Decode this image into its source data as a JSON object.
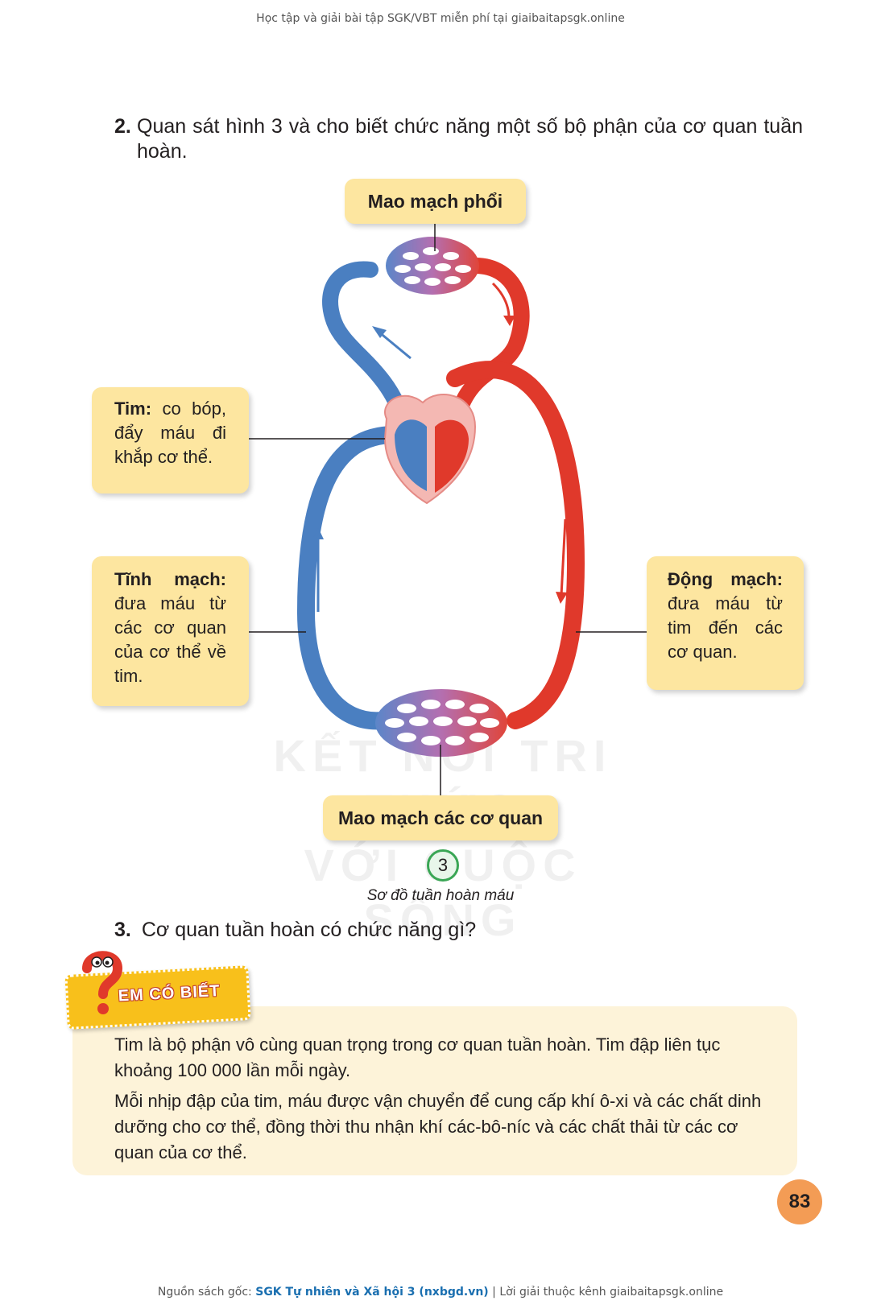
{
  "header": {
    "note": "Học tập và giải bài tập SGK/VBT miễn phí tại giaibaitapsgk.online"
  },
  "question2": {
    "number": "2.",
    "text": "Quan sát hình 3 và cho biết chức năng một số bộ phận của cơ quan tuần hoàn."
  },
  "diagram": {
    "lung_capillaries": "Mao mạch phổi",
    "heart": {
      "term": "Tim:",
      "desc": "co bóp, đẩy máu đi khắp cơ thể."
    },
    "veins": {
      "term": "Tĩnh mạch:",
      "desc": "đưa máu từ các cơ quan của cơ thể về tim."
    },
    "arteries": {
      "term": "Động mạch:",
      "desc": "đưa máu từ tim đến các cơ quan."
    },
    "organ_capillaries": "Mao mạch các cơ quan",
    "figure_number": "3",
    "caption": "Sơ đồ tuần hoàn máu",
    "watermark_line1": "KẾT NỐI TRI THỨC",
    "watermark_line2": "VỚI CUỘC SỐNG",
    "colors": {
      "vein": "#4a7fc1",
      "artery": "#e0392b",
      "label_bg": "#fde6a0"
    }
  },
  "question3": {
    "number": "3.",
    "text": "Cơ quan tuần hoàn có chức năng gì?"
  },
  "did_you_know": {
    "badge": "EM CÓ BIẾT",
    "paragraph1": "Tim là bộ phận vô cùng quan trọng trong cơ quan tuần hoàn. Tim đập liên tục khoảng 100 000 lần mỗi ngày.",
    "paragraph2": "Mỗi nhịp đập của tim, máu được vận chuyển để cung cấp khí ô-xi và các chất dinh dưỡng cho cơ thể, đồng thời thu nhận khí các-bô-níc và các chất thải từ các cơ quan của cơ thể."
  },
  "page_number": "83",
  "footer": {
    "prefix": "Nguồn sách gốc: ",
    "source": "SGK Tự nhiên và Xã hội 3 (nxbgd.vn)",
    "suffix": " | Lời giải thuộc kênh giaibaitapsgk.online"
  }
}
